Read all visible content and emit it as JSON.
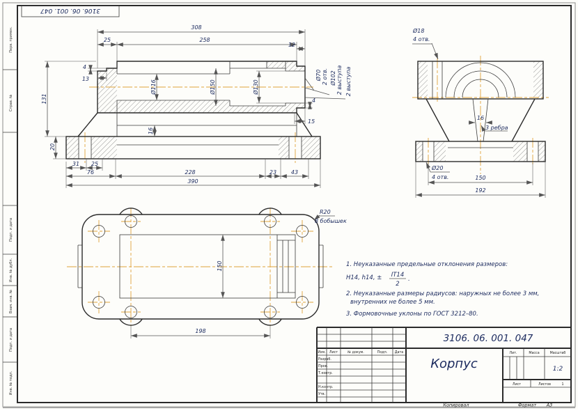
{
  "colors": {
    "centerline": "#e0a23a",
    "dim_text": "#1b2a5e",
    "line": "#2b2b2b"
  },
  "corner_stamp": {
    "doc_number": "3106. 06. 001. 047"
  },
  "binding_strip": {
    "labels": [
      "Перв. примен.",
      "Справ. №",
      "Подп. и дата",
      "Инв. № дубл.",
      "Взам. инв. №",
      "Подп. и дата",
      "Инв. № подл."
    ]
  },
  "main_view": {
    "d308": "308",
    "d25_top": "25",
    "d258": "258",
    "d12": "12",
    "dia116": "Ø116",
    "dia150": "Ø150",
    "dia130": "Ø130",
    "lbl_d70": "Ø70",
    "lbl_d70_qty": "2 отв.",
    "lbl_d102": "Ø102",
    "lbl_d102_qty": "2 выступа",
    "lbl_2vyst": "2 выступа",
    "d131": "131",
    "d4_left": "4",
    "d13": "13",
    "d16": "16",
    "d20": "20",
    "d31": "31",
    "d25_bot": "25",
    "d76": "76",
    "d228": "228",
    "d23": "23",
    "d43": "43",
    "d390": "390",
    "d4_right": "4",
    "d15": "15"
  },
  "side_view": {
    "lbl_d18": "Ø18",
    "lbl_d18_qty": "4 отв.",
    "d16": "16",
    "lbl_ribs": "3 ребра",
    "lbl_d20": "Ø20",
    "lbl_d20_qty": "4 отв.",
    "d150": "150",
    "d192": "192"
  },
  "plan_view": {
    "lbl_r20": "R20",
    "lbl_bosses": "8 бобышек",
    "d150": "150",
    "d198": "198"
  },
  "notes": {
    "line1": "1. Неуказанные предельные отклонения размеров:",
    "line2_head": "H14, h14, ±",
    "frac_num": "IT14",
    "frac_den": "2",
    "line2_tail": ".",
    "line3": "2. Неуказанные размеры радиусов: наружных не более 3 мм,",
    "line4": "внутренних не более 5 мм.",
    "line5": "3. Формовочные уклоны по ГОСТ 3212–80."
  },
  "title_block": {
    "doc_number": "3106. 06. 001. 047",
    "part_name": "Корпус",
    "col_izm": "Изм.",
    "col_list": "Лист",
    "col_doc": "№ докум.",
    "col_podp": "Подп.",
    "col_data": "Дата",
    "row_razrab": "Разраб.",
    "row_prov": "Пров.",
    "row_tkontr": "Т.контр.",
    "row_nkontr": "Н.контр.",
    "row_utv": "Утв.",
    "lit": "Лит.",
    "massa": "Масса",
    "masshtab": "Масштаб",
    "scale": "1:2",
    "list": "Лист",
    "listov": "Листов",
    "listov_value": "1"
  },
  "footer": {
    "kopiroval": "Копировал",
    "format_label": "Формат",
    "format_value": "А3"
  }
}
